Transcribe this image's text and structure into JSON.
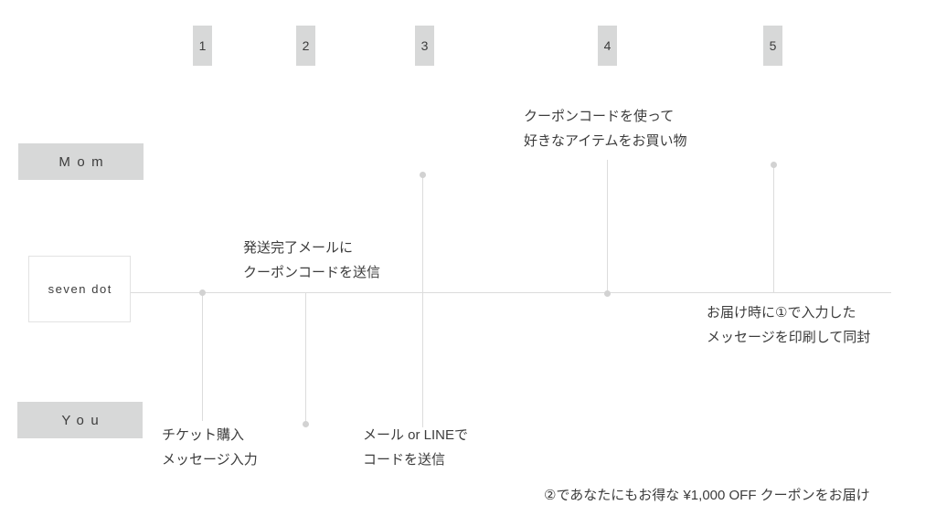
{
  "colors": {
    "background": "#ffffff",
    "box_gray": "#d7d8d8",
    "line_gray": "#dcdcdc",
    "dot_gray": "#d2d2d2",
    "text_dark": "#3c3c3c",
    "outlined_box_border": "#e2e2e2"
  },
  "steps": [
    {
      "number": "1"
    },
    {
      "number": "2"
    },
    {
      "number": "3"
    },
    {
      "number": "4"
    },
    {
      "number": "5"
    }
  ],
  "lanes": {
    "mom": "Mom",
    "seven_dot": "seven dot",
    "you": "You"
  },
  "labels": {
    "step1": [
      "チケット購入",
      "メッセージ入力"
    ],
    "step2": [
      "発送完了メールに",
      "クーポンコードを送信"
    ],
    "step3": [
      "メール or LINEで",
      "コードを送信"
    ],
    "step4": [
      "クーポンコードを使って",
      "好きなアイテムをお買い物"
    ],
    "step5": [
      "お届け時に①で入力した",
      "メッセージを印刷して同封"
    ],
    "note": "②であなたにもお得な ¥1,000 OFF クーポンをお届け"
  }
}
